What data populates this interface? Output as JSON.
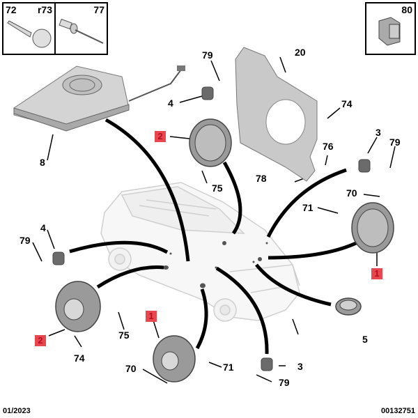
{
  "inset_frames": [
    {
      "labels": [
        "72",
        "r73"
      ],
      "part": "self-tapping screw"
    },
    {
      "labels": [
        "77"
      ],
      "part": "blind rivet"
    },
    {
      "labels": [
        "80"
      ],
      "part": "clip nut"
    }
  ],
  "callouts": {
    "c20": "20",
    "c79a": "79",
    "c4a": "4",
    "c74a": "74",
    "c8": "8",
    "c3a": "3",
    "c79b": "79",
    "c76": "76",
    "c78": "78",
    "c75a": "75",
    "c70a": "70",
    "c71a": "71",
    "c4b": "4",
    "c79c": "79",
    "c75b": "75",
    "c74b": "74",
    "c5": "5",
    "c70b": "70",
    "c71b": "71",
    "c3b": "3",
    "c79d": "79"
  },
  "highlighted_callouts": {
    "b2a": "2",
    "b1a": "1",
    "b2b": "2",
    "b1b": "1"
  },
  "highlight_color": "#e8474f",
  "footer": {
    "date": "01/2023",
    "reference": "00132751"
  }
}
